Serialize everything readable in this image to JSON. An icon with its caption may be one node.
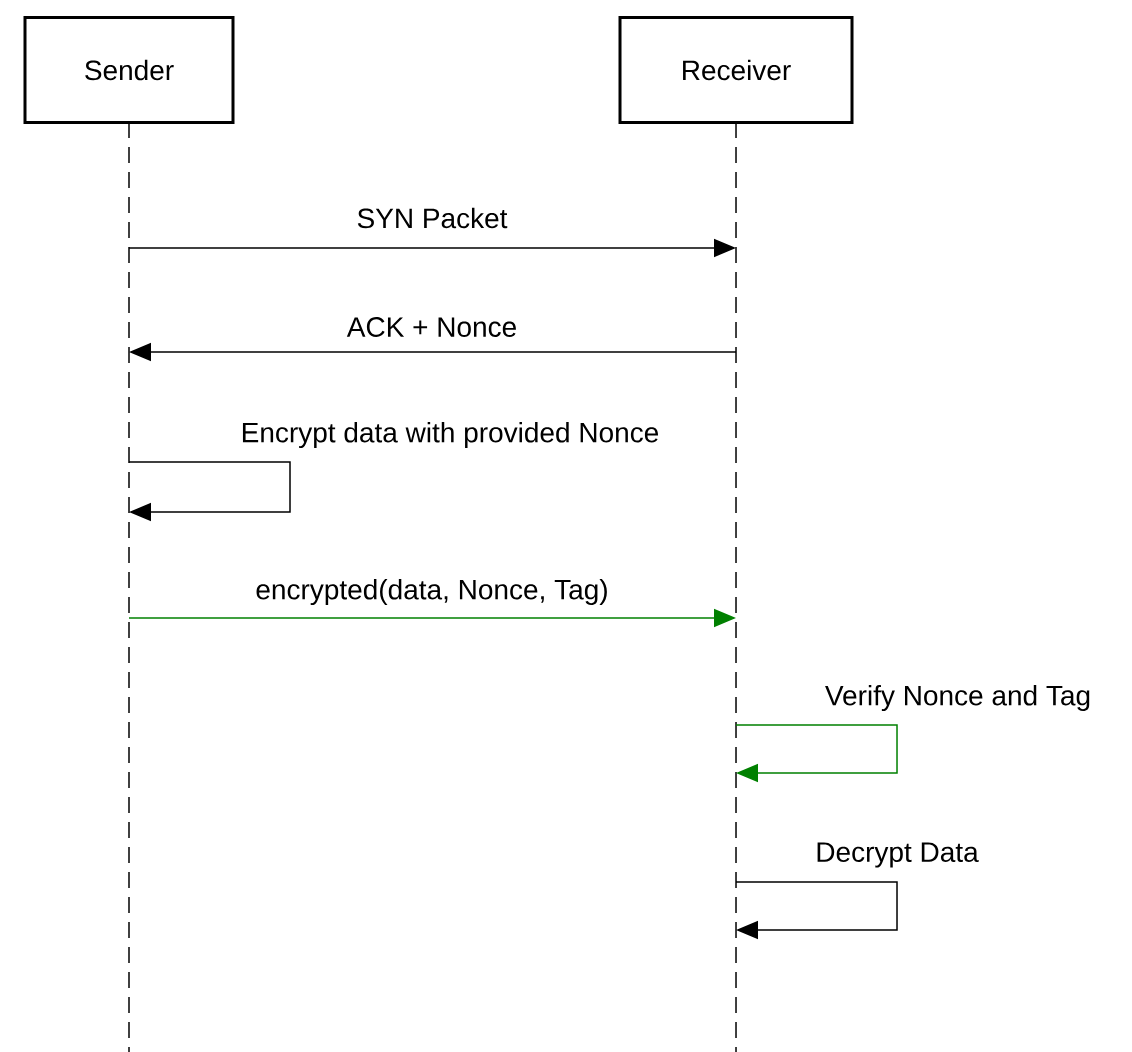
{
  "diagram": {
    "nodes": [
      {
        "text": [
          "Sender"
        ]
      },
      {
        "text": [
          "Receiver"
        ]
      }
    ],
    "edges": [
      {
        "from": 0,
        "to": 1,
        "arrow": "to",
        "label": "SYN Packet"
      },
      {
        "from": 1,
        "to": 0,
        "arrow": "to",
        "label": "ACK + Nonce"
      },
      {
        "from": 0,
        "to": 0,
        "arrow": "to",
        "label": "Encrypt data with provided Nonce"
      },
      {
        "from": 0,
        "to": 1,
        "arrow": "to",
        "label": "encrypted(data, Nonce, Tag)",
        "color": "#008000"
      },
      {
        "from": 1,
        "to": 1,
        "arrow": "to",
        "label": "Verify Nonce and Tag",
        "color": "#008000"
      },
      {
        "from": 1,
        "to": 1,
        "arrow": "to",
        "label": "Decrypt Data"
      }
    ]
  }
}
